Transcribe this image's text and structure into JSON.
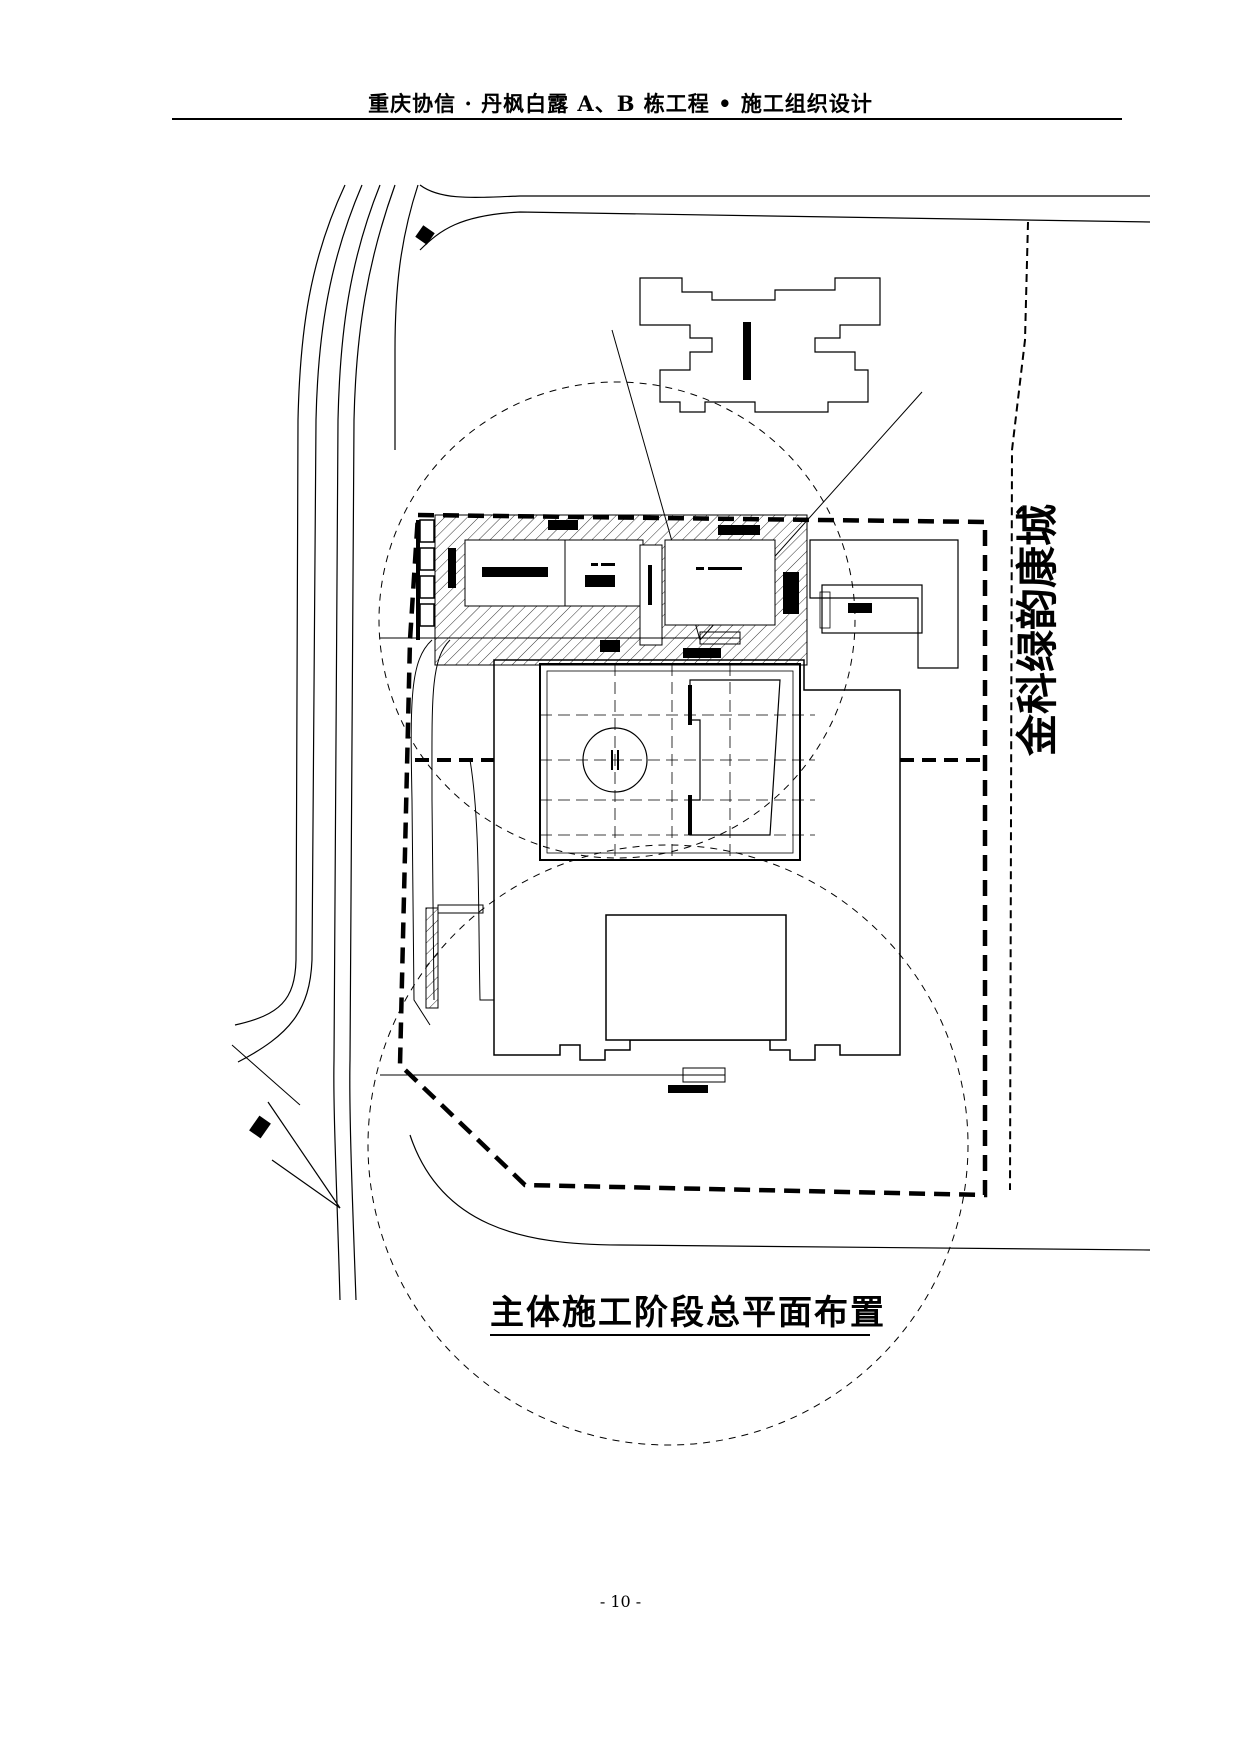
{
  "header": {
    "title": "重庆协信 · 丹枫白露 A、B 栋工程 • 施工组织设计"
  },
  "drawing": {
    "title": "主体施工阶段总平面布置",
    "road_label": "金科绿韵康城"
  },
  "footer": {
    "page_number": "- 10 -"
  }
}
